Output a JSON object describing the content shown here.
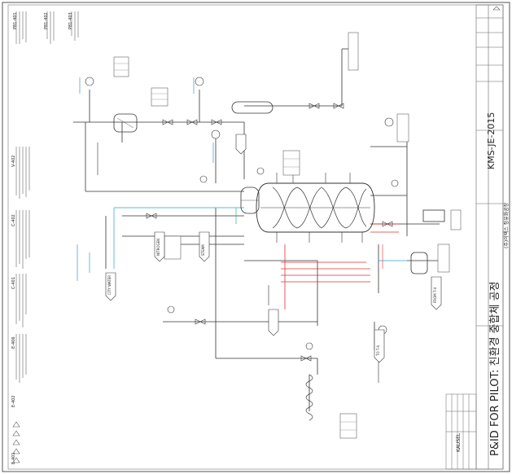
{
  "title_block": {
    "main_title": "P&ID FOR PILOT: 친환경 중합체 공정",
    "sub_title": "(주)이팩스 정유화공장",
    "drawing_no": "KMS-JE-2015",
    "company": "KAUSEL"
  },
  "equipment": [
    {
      "tag": "P81-401"
    },
    {
      "tag": "P81-402"
    },
    {
      "tag": "P81-403"
    },
    {
      "tag": "V-402"
    },
    {
      "tag": "C-402"
    },
    {
      "tag": "C-401"
    },
    {
      "tag": "E-406"
    },
    {
      "tag": "E-402"
    },
    {
      "tag": "E-401"
    }
  ],
  "streams": [
    {
      "label": "CITY WATER"
    },
    {
      "label": "NITROGEN"
    },
    {
      "label": "STEAM"
    },
    {
      "label": "FROM T-4"
    },
    {
      "label": "TO T-4"
    }
  ],
  "colors": {
    "line": "#333333",
    "hot_line": "#e03030",
    "cold_line": "#2aa0d0",
    "annotation": "#20a060",
    "blue_text": "#2a7fd0"
  }
}
